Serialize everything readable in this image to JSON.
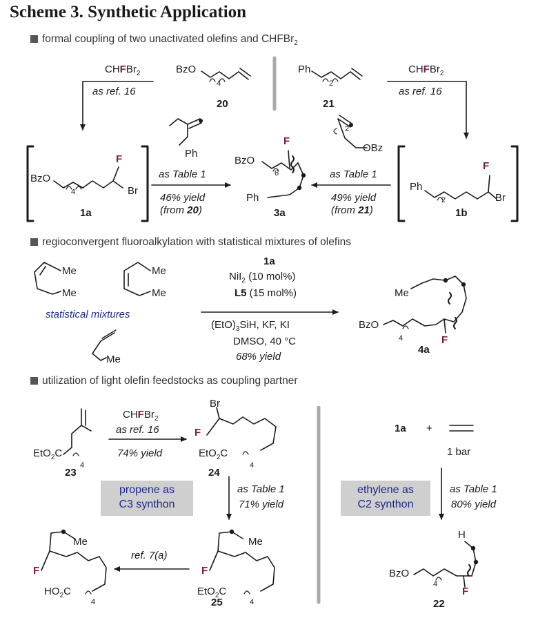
{
  "title": "Scheme 3. Synthetic Application",
  "sections": {
    "s1": "formal coupling of two unactivated olefins and CHFBr",
    "s1_sub": "2",
    "s2": "regioconvergent fluoroalkylation with statistical mixtures of olefins",
    "s3": "utilization of light olefin feedstocks as coupling partner"
  },
  "reagents": {
    "chf_pre": "CH",
    "chf_F": "F",
    "chf_br": "Br",
    "chf_sub": "2",
    "as_ref16": "as ref. 16",
    "as_table1": "as Table 1",
    "yield46": "46% yield",
    "from20_pre": "(from ",
    "from20_num": "20",
    "from20_post": ")",
    "yield49": "49% yield",
    "from21_pre": "(from ",
    "from21_num": "21",
    "from21_post": ")",
    "cond_1a": "1a",
    "nii2_pre": "NiI",
    "nii2_sub": "2",
    "nii2_post": " (10 mol%)",
    "l5": "L5",
    "l5_post": " (15 mol%)",
    "silane_pre": "(EtO)",
    "silane_sub": "3",
    "silane_mid": "SiH, KF, KI",
    "dmso": "DMSO, 40 °C",
    "yield68": "68% yield",
    "yield74": "74% yield",
    "yield71": "71% yield",
    "yield80": "80% yield",
    "ref7a": "ref. 7(a)",
    "plus": "+",
    "bar": "1 bar"
  },
  "compounds": {
    "c20": "20",
    "c21": "21",
    "c1a": "1a",
    "c1b": "1b",
    "c3a": "3a",
    "c4a": "4a",
    "c23": "23",
    "c24": "24",
    "c25": "25",
    "c22": "22"
  },
  "labels": {
    "bzo": "BzO",
    "ph": "Ph",
    "br": "Br",
    "f": "F",
    "me": "Me",
    "h": "H",
    "obz": "OBz",
    "n4": "4",
    "n2": "2",
    "n6": "6",
    "eto2c": "EtO",
    "eto2c_sub": "2",
    "eto2c_post": "C",
    "ho2c": "HO",
    "ho2c_sub": "2",
    "ho2c_post": "C",
    "statistical": "statistical mixtures"
  },
  "boxes": {
    "propene_l1": "propene as",
    "propene_l2": "C3 synthon",
    "ethylene_l1": "ethylene as",
    "ethylene_l2": "C2 synthon"
  },
  "colors": {
    "fluorine": "#7a1a48",
    "blue_text": "#1c2a8c",
    "box_bg": "#cfcfcf",
    "divider": "#aaaaaa"
  }
}
